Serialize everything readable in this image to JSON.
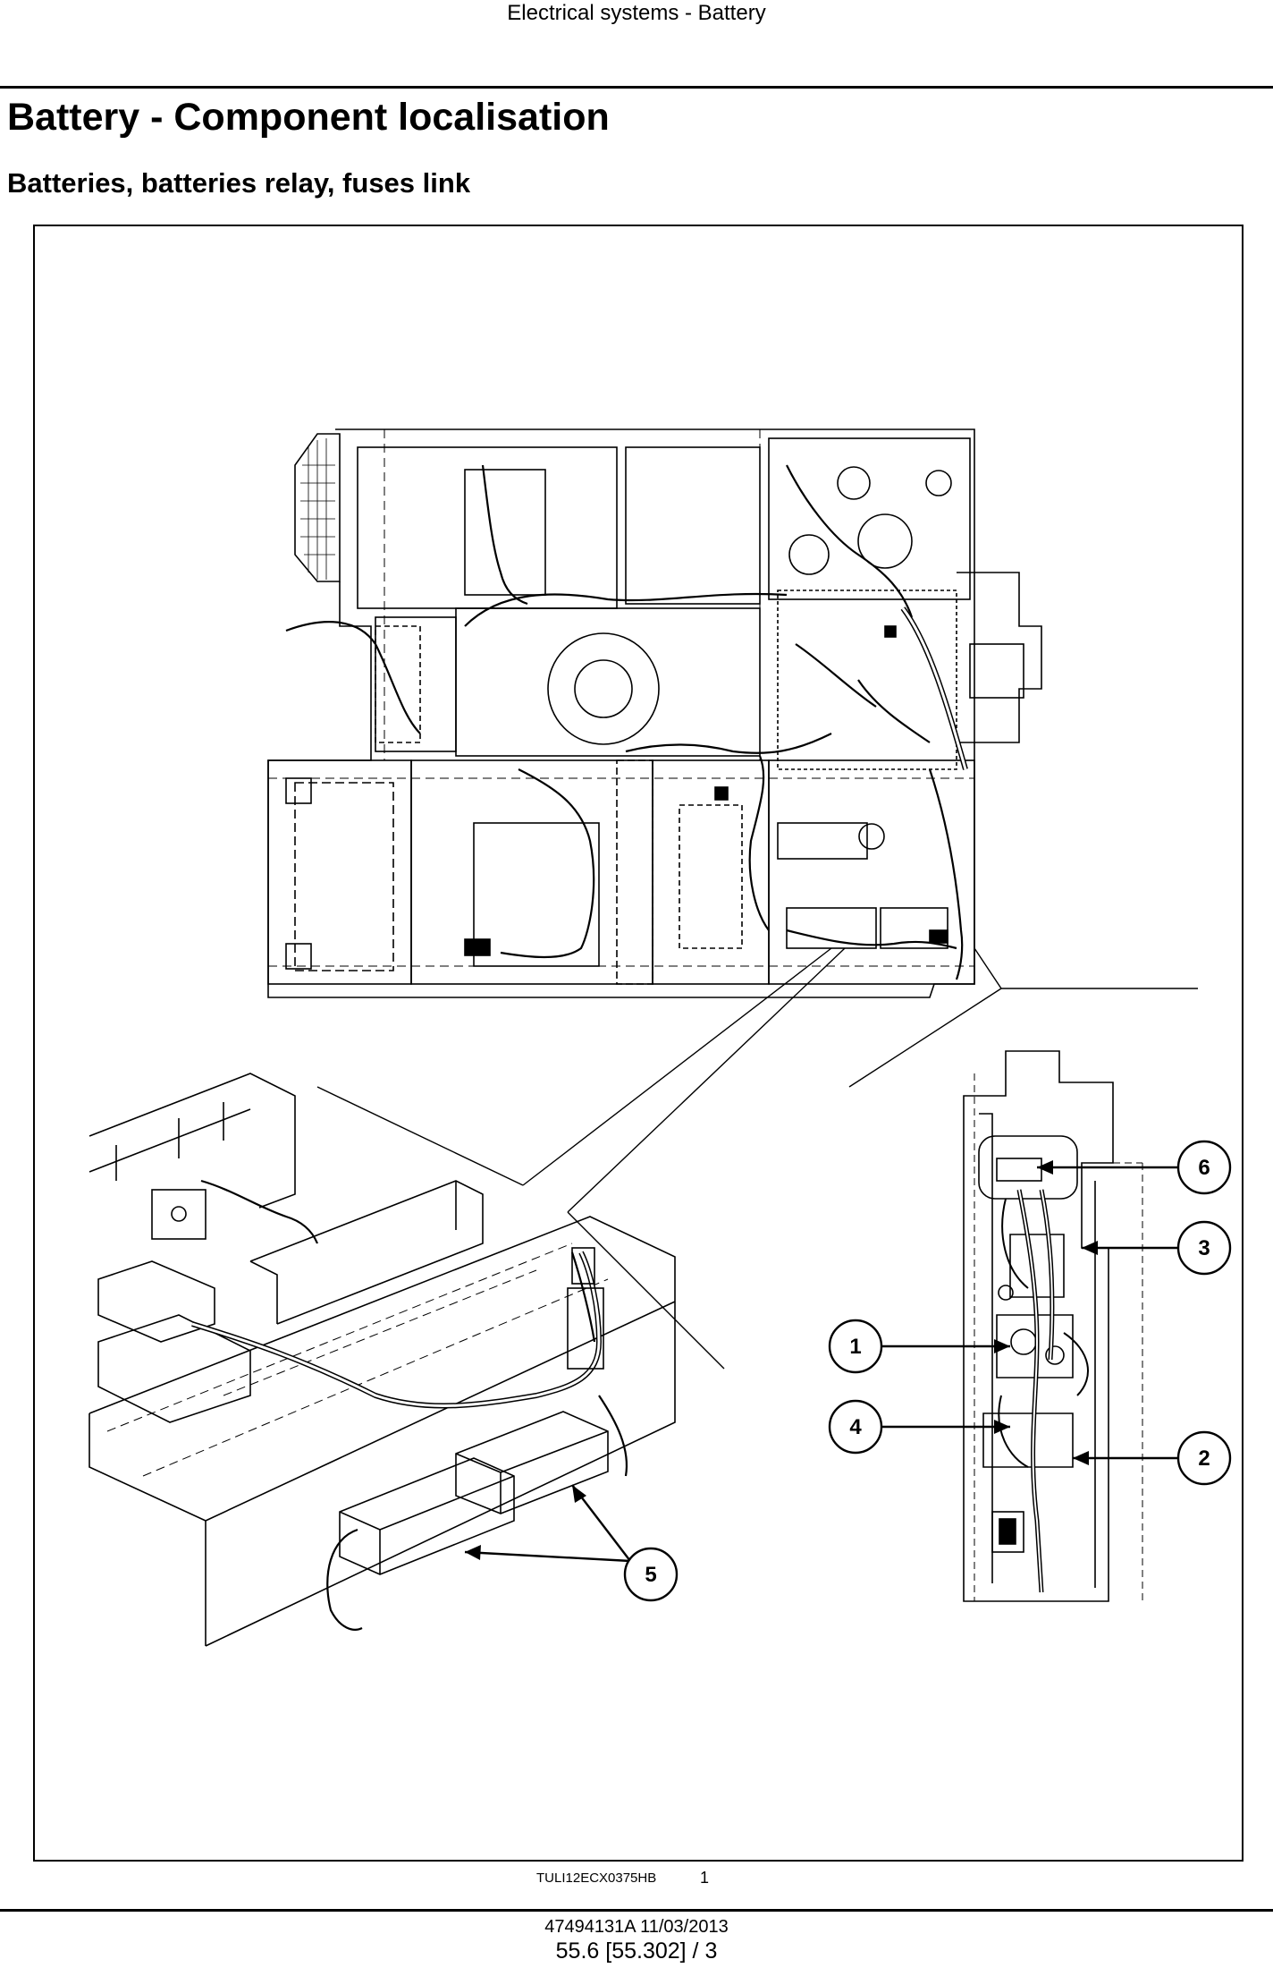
{
  "header": {
    "running_title": "Electrical systems - Battery"
  },
  "section": {
    "title": "Battery - Component localisation",
    "subtitle": "Batteries, batteries relay, fuses link"
  },
  "figure": {
    "reference_code": "TULI12ECX0375HB",
    "figure_number": "1",
    "callouts": [
      "1",
      "2",
      "3",
      "4",
      "5",
      "6"
    ]
  },
  "footer": {
    "document_ref": "47494131A 11/03/2013",
    "page_ref": "55.6 [55.302] / 3"
  }
}
